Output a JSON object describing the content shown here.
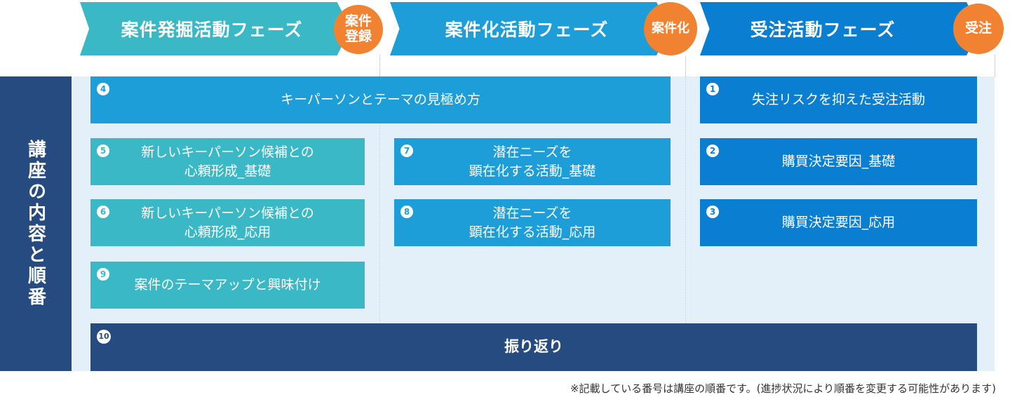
{
  "phases": [
    {
      "label": "案件発掘活動フェーズ",
      "color": "#3bb8c6"
    },
    {
      "label": "案件化活動フェーズ",
      "color": "#1d9ed8"
    },
    {
      "label": "受注活動フェーズ",
      "color": "#0a7fd2"
    }
  ],
  "milestones": [
    {
      "line1": "案件",
      "line2": "登録"
    },
    {
      "label": "案件化"
    },
    {
      "label": "受注"
    }
  ],
  "side_label": "講座の内容と順番",
  "cards": [
    {
      "num": "4",
      "text": "キーパーソンとテーマの見極め方"
    },
    {
      "num": "5",
      "text": "新しいキーパーソン候補との\n心頼形成_基礎"
    },
    {
      "num": "6",
      "text": "新しいキーパーソン候補との\n心頼形成_応用"
    },
    {
      "num": "9",
      "text": "案件のテーマアップと興味付け"
    },
    {
      "num": "7",
      "text": "潜在ニーズを\n顕在化する活動_基礎"
    },
    {
      "num": "8",
      "text": "潜在ニーズを\n顕在化する活動_応用"
    },
    {
      "num": "1",
      "text": "失注リスクを抑えた受注活動"
    },
    {
      "num": "2",
      "text": "購買決定要因_基礎"
    },
    {
      "num": "3",
      "text": "購買決定要因_応用"
    },
    {
      "num": "10",
      "text": "振り返り"
    }
  ],
  "footnote": "※記載している番号は講座の順番です。(進捗状況により順番を変更する可能性があります)",
  "colors": {
    "orange": "#f08231",
    "navy": "#264b80",
    "light_bg": "#e3f0f9"
  }
}
